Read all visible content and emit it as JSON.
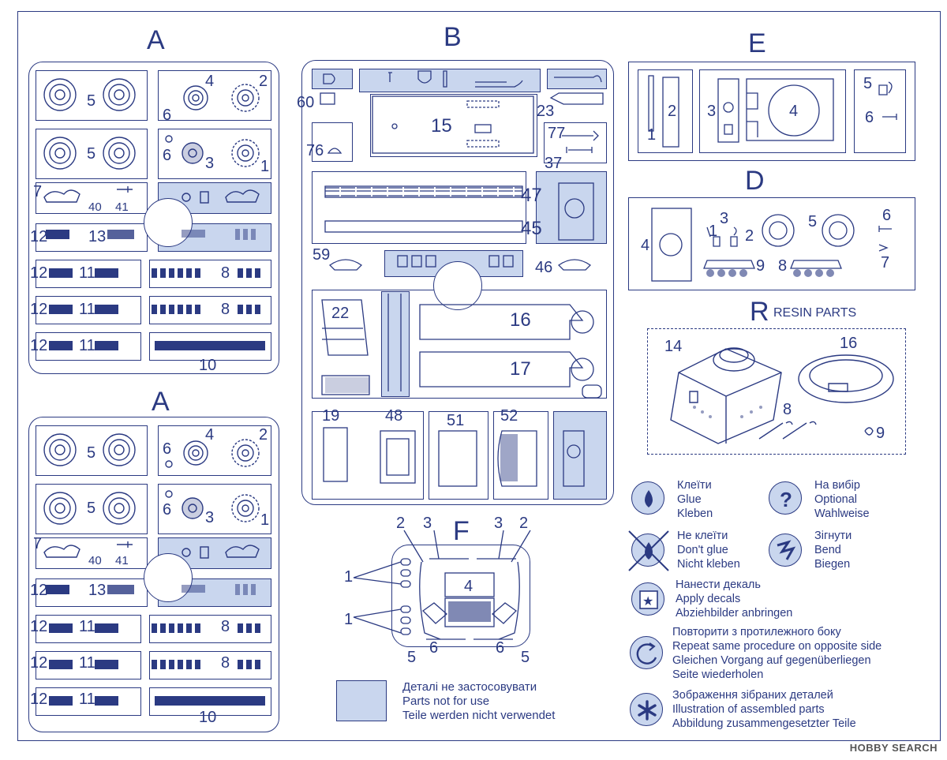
{
  "sprues": {
    "A_top": {
      "letter": "A"
    },
    "A_bottom": {
      "letter": "A"
    },
    "B": {
      "letter": "B"
    },
    "E": {
      "letter": "E"
    },
    "D": {
      "letter": "D"
    },
    "R": {
      "letter": "R",
      "caption": "RESIN PARTS"
    },
    "F": {
      "letter": "F"
    }
  },
  "a_sprue_labels": {
    "r1": [
      "5",
      "6",
      "4",
      "2"
    ],
    "r2": [
      "5",
      "6",
      "3",
      "1"
    ],
    "r3": [
      "7",
      "40",
      "41"
    ],
    "r4": [
      "12",
      "13"
    ],
    "r5": [
      "12",
      "11",
      "8"
    ],
    "r6": [
      "12",
      "11",
      "8"
    ],
    "r7": [
      "12",
      "11",
      "10"
    ]
  },
  "b_sprue_labels": [
    "60",
    "15",
    "23",
    "77",
    "76",
    "37",
    "47",
    "45",
    "59",
    "46",
    "22",
    "16",
    "17",
    "19",
    "48",
    "51",
    "52"
  ],
  "e_sprue_labels": [
    "1",
    "2",
    "3",
    "4",
    "5",
    "6"
  ],
  "d_sprue_labels": [
    "4",
    "1",
    "3",
    "2",
    "5",
    "6",
    "7",
    "9",
    "8"
  ],
  "r_sprue_labels": [
    "14",
    "16",
    "8",
    "9"
  ],
  "f_sprue_labels": [
    "2",
    "3",
    "3",
    "2",
    "1",
    "1",
    "4",
    "5",
    "6",
    "6",
    "5"
  ],
  "legend": {
    "glue": [
      "Клеїти",
      "Glue",
      "Kleben"
    ],
    "optional": [
      "На вибір",
      "Optional",
      "Wahlweise"
    ],
    "dont_glue": [
      "Не клеїти",
      "Don't glue",
      "Nicht kleben"
    ],
    "bend": [
      "Зігнути",
      "Bend",
      "Biegen"
    ],
    "decals": [
      "Нанести декаль",
      "Apply decals",
      "Abziehbilder anbringen"
    ],
    "repeat": [
      "Повторити з протилежного боку",
      "Repeat same procedure on opposite side",
      "Gleichen Vorgang auf gegenüberliegen",
      "Seite wiederholen"
    ],
    "assembled": [
      "Зображення зібраних деталей",
      "Illustration of assembled parts",
      "Abbildung zusammengesetzter Teile"
    ],
    "not_use": [
      "Деталі не застосовувати",
      "Parts not for use",
      "Teile werden nicht verwendet"
    ]
  },
  "watermark": "HOBBY SEARCH",
  "colors": {
    "ink": "#2b3a82",
    "shade": "#c9d6ee"
  }
}
